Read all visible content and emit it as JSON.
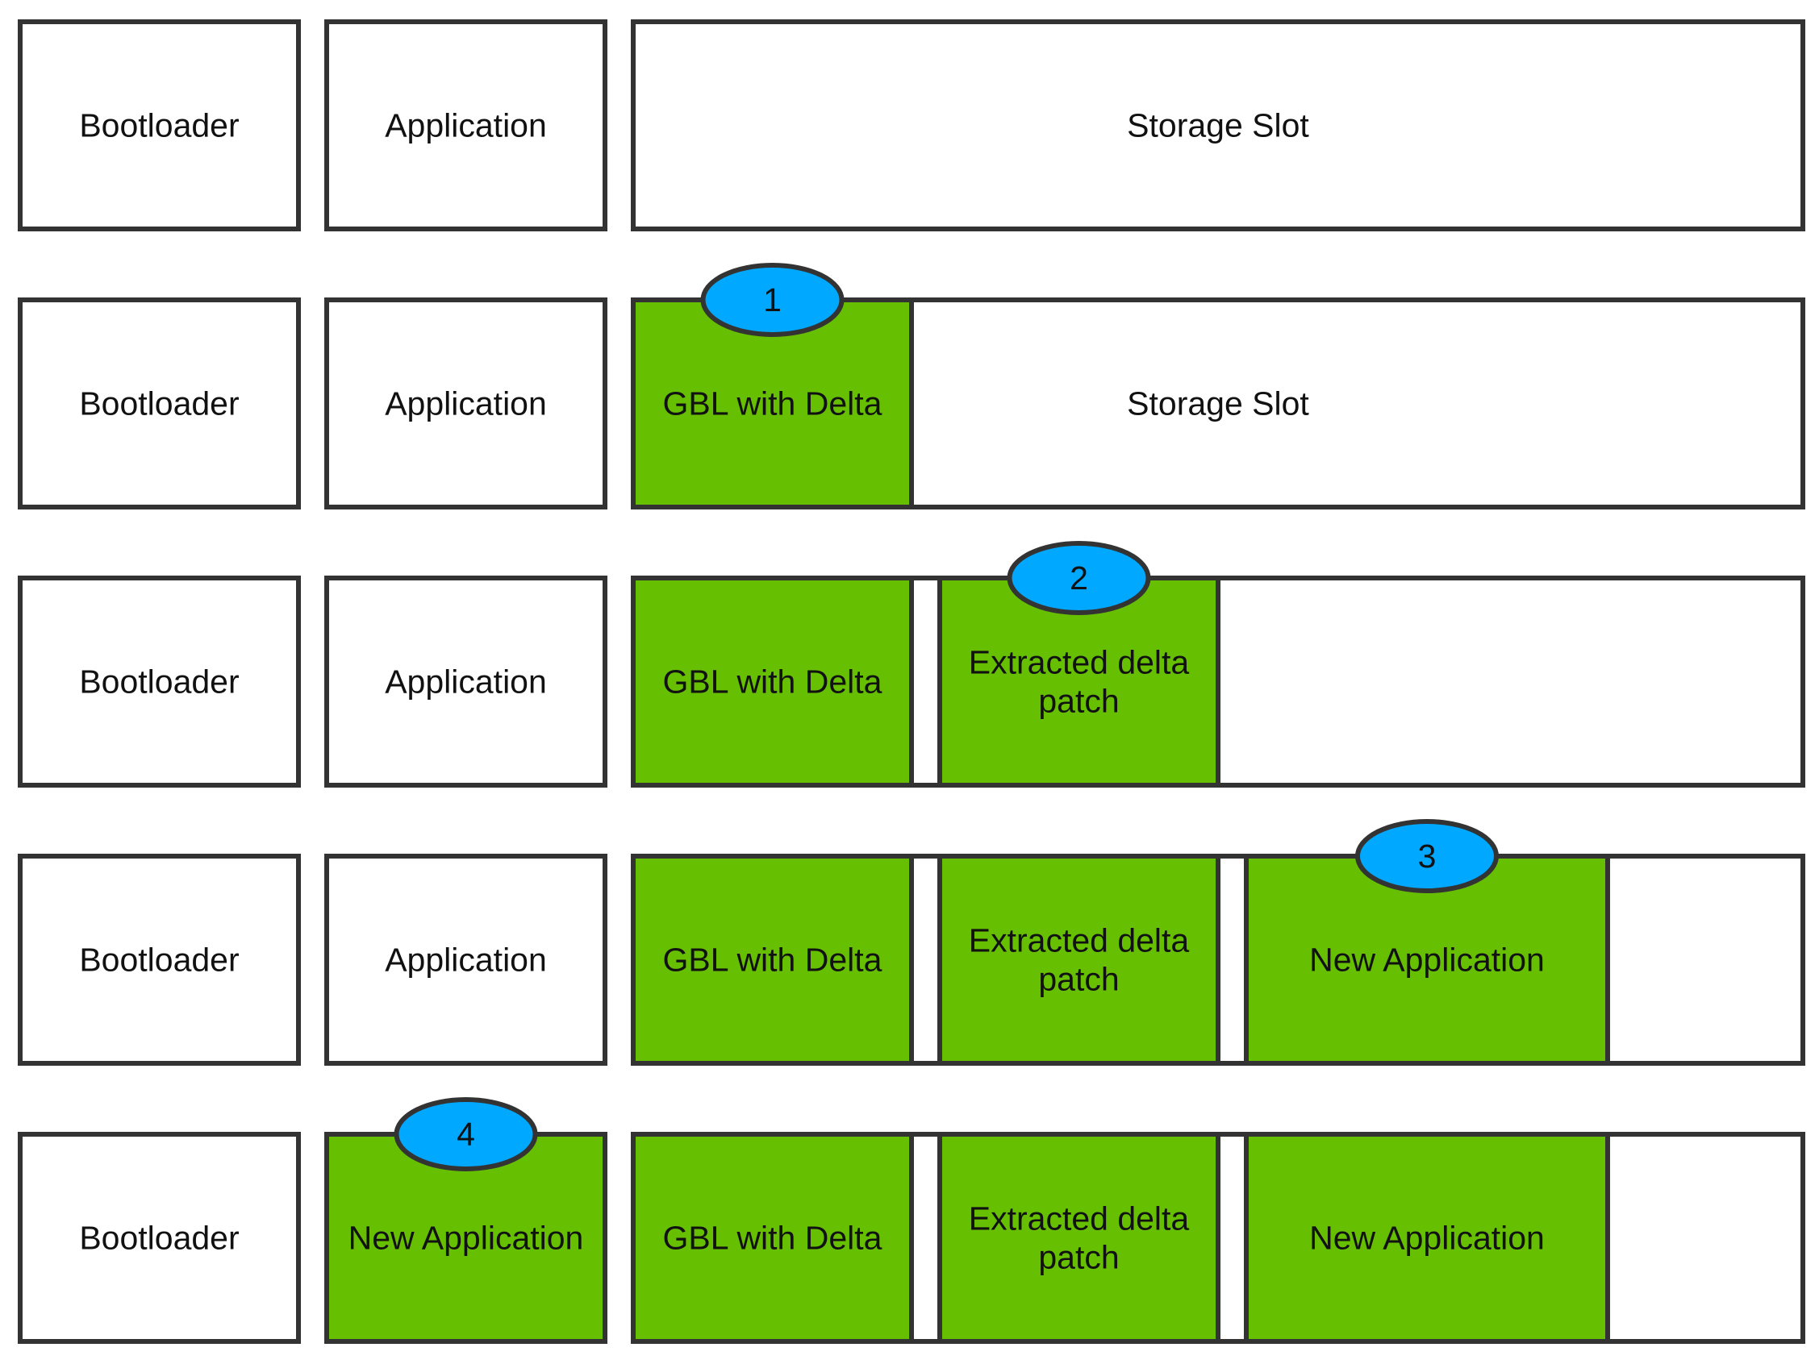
{
  "colors": {
    "outline": "#333333",
    "white_block": "#ffffff",
    "green_block": "#66bf00",
    "badge": "#00a8ff"
  },
  "rows": [
    {
      "bootloader": "Bootloader",
      "app_slot": "Application",
      "app_slot_highlight": false,
      "storage_label": "Storage Slot",
      "storage_items": []
    },
    {
      "bootloader": "Bootloader",
      "app_slot": "Application",
      "app_slot_highlight": false,
      "storage_label": "Storage Slot",
      "storage_items": [
        "GBL with Delta"
      ],
      "step": "1"
    },
    {
      "bootloader": "Bootloader",
      "app_slot": "Application",
      "app_slot_highlight": false,
      "storage_label": "",
      "storage_items": [
        "GBL with Delta",
        "Extracted delta patch"
      ],
      "step": "2"
    },
    {
      "bootloader": "Bootloader",
      "app_slot": "Application",
      "app_slot_highlight": false,
      "storage_label": "",
      "storage_items": [
        "GBL with Delta",
        "Extracted delta patch",
        "New Application"
      ],
      "step": "3"
    },
    {
      "bootloader": "Bootloader",
      "app_slot": "New Application",
      "app_slot_highlight": true,
      "storage_label": "",
      "storage_items": [
        "GBL with Delta",
        "Extracted delta patch",
        "New Application"
      ],
      "step": "4"
    }
  ]
}
